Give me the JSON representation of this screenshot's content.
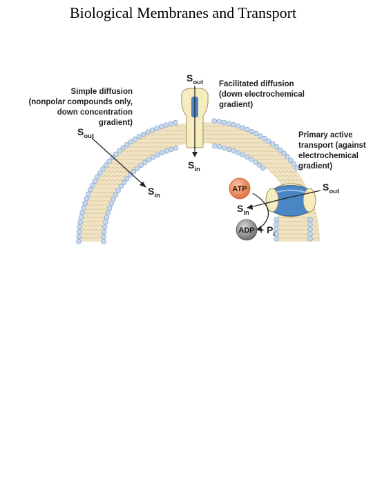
{
  "title": "Biological Membranes and Transport",
  "simple_diffusion": {
    "lines": [
      "Simple diffusion",
      "(nonpolar compounds only,",
      "down concentration",
      "gradient)"
    ],
    "s_out": {
      "base": "S",
      "sub": "out"
    },
    "s_in": {
      "base": "S",
      "sub": "in"
    }
  },
  "facilitated_diffusion": {
    "lines": [
      "Facilitated diffusion",
      "(down electrochemical",
      "gradient)"
    ],
    "s_out": {
      "base": "S",
      "sub": "out"
    },
    "s_in": {
      "base": "S",
      "sub": "in"
    }
  },
  "primary_active": {
    "lines": [
      "Primary active",
      "transport (against",
      "electrochemical",
      "gradient)"
    ],
    "s_out": {
      "base": "S",
      "sub": "out"
    },
    "s_in": {
      "base": "S",
      "sub": "in"
    },
    "atp": "ATP",
    "adp": "ADP",
    "plus_p": "+ P",
    "p_sub": "i"
  },
  "colors": {
    "lipid_head": "#c8d9ee",
    "lipid_head_stroke": "#8aa6c8",
    "lipid_tail": "#efe3c4",
    "protein": "#f6ecc0",
    "channel": "#4a86c5",
    "atp": "#ef8a5a",
    "adp": "#8a8a8a"
  }
}
